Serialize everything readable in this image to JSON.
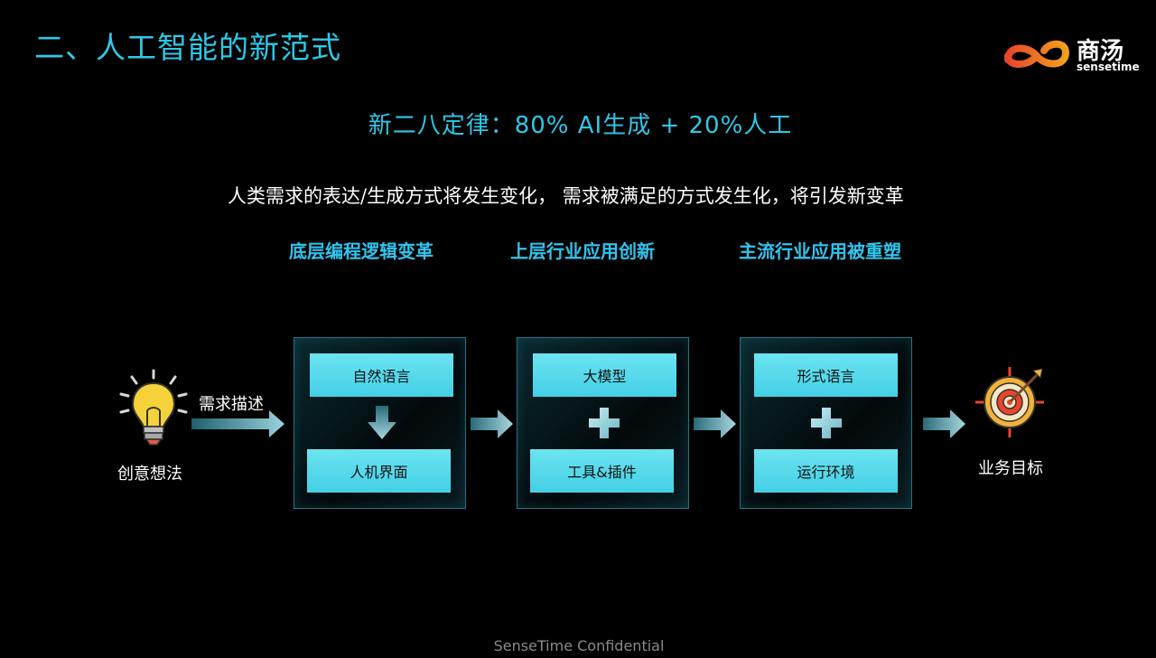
{
  "slide": {
    "title": "二、人工智能的新范式",
    "subtitle": "新二八定律：80% AI生成 + 20%人工",
    "description": "人类需求的表达/生成方式将发生变化， 需求被满足的方式发生化，将引发新变革",
    "footer": "SenseTime Confidential"
  },
  "logo": {
    "cn": "商汤",
    "en": "sensetime",
    "colors": [
      "#e8452c",
      "#f4a01c"
    ]
  },
  "columns": [
    {
      "heading": "底层编程逻辑变革",
      "top_box": "自然语言",
      "bottom_box": "人机界面",
      "connector": "down-arrow"
    },
    {
      "heading": "上层行业应用创新",
      "top_box": "大模型",
      "bottom_box": "工具&插件",
      "connector": "plus"
    },
    {
      "heading": "主流行业应用被重塑",
      "top_box": "形式语言",
      "bottom_box": "运行环境",
      "connector": "plus"
    }
  ],
  "flow": {
    "start_label": "创意想法",
    "arrow_label": "需求描述",
    "end_label": "业务目标",
    "start_icon": "lightbulb-icon",
    "end_icon": "target-icon"
  },
  "colors": {
    "accent": "#2ec8e8",
    "box": "#5ad9ec",
    "background": "#000000"
  }
}
